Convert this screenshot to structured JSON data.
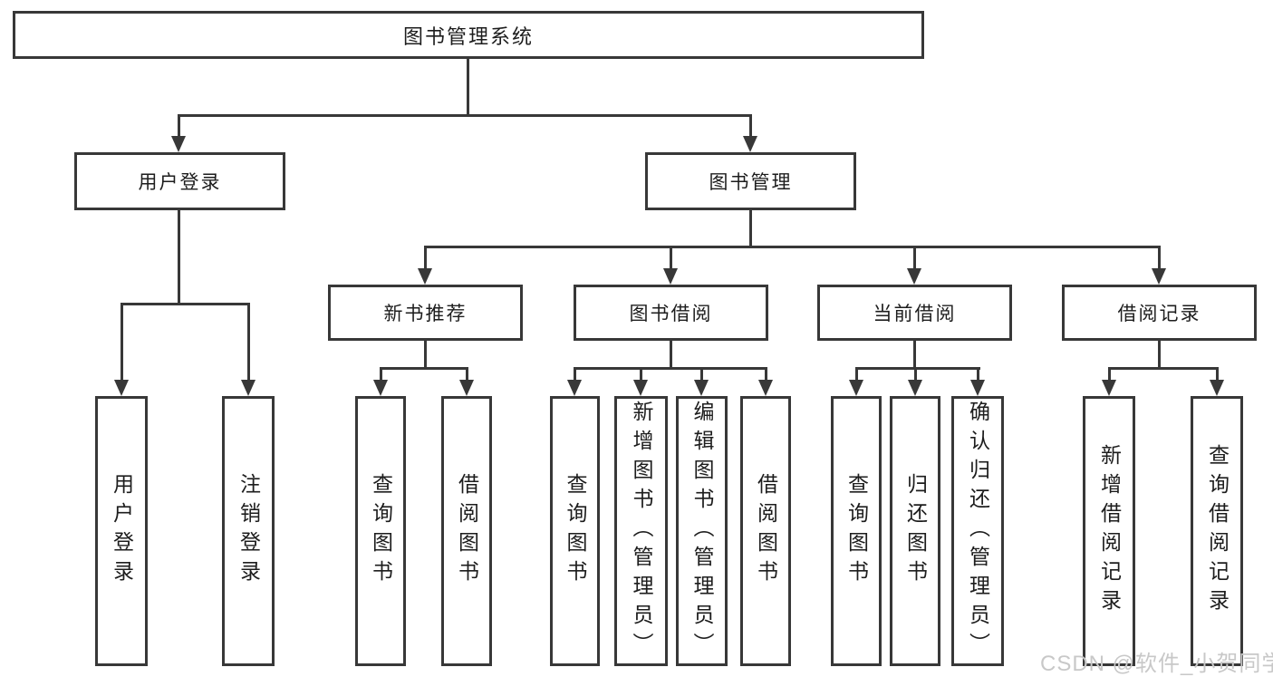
{
  "tree": {
    "root": "图书管理系统",
    "children": [
      {
        "label": "用户登录",
        "children": [
          {
            "label": "用户登录"
          },
          {
            "label": "注销登录"
          }
        ]
      },
      {
        "label": "图书管理",
        "children": [
          {
            "label": "新书推荐",
            "children": [
              {
                "label": "查询图书"
              },
              {
                "label": "借阅图书"
              }
            ]
          },
          {
            "label": "图书借阅",
            "children": [
              {
                "label": "查询图书"
              },
              {
                "label": "新增图书（管理员）"
              },
              {
                "label": "编辑图书（管理员）"
              },
              {
                "label": "借阅图书"
              }
            ]
          },
          {
            "label": "当前借阅",
            "children": [
              {
                "label": "查询图书"
              },
              {
                "label": "归还图书"
              },
              {
                "label": "确认归还（管理员）"
              }
            ]
          },
          {
            "label": "借阅记录",
            "children": [
              {
                "label": "新增借阅记录"
              },
              {
                "label": "查询借阅记录"
              }
            ]
          }
        ]
      }
    ]
  },
  "watermark": "CSDN @软件_小贺同学",
  "colors": {
    "line": "#383838",
    "text": "#1d1d1d",
    "background": "#ffffff",
    "watermark": "#c8c8c8"
  }
}
